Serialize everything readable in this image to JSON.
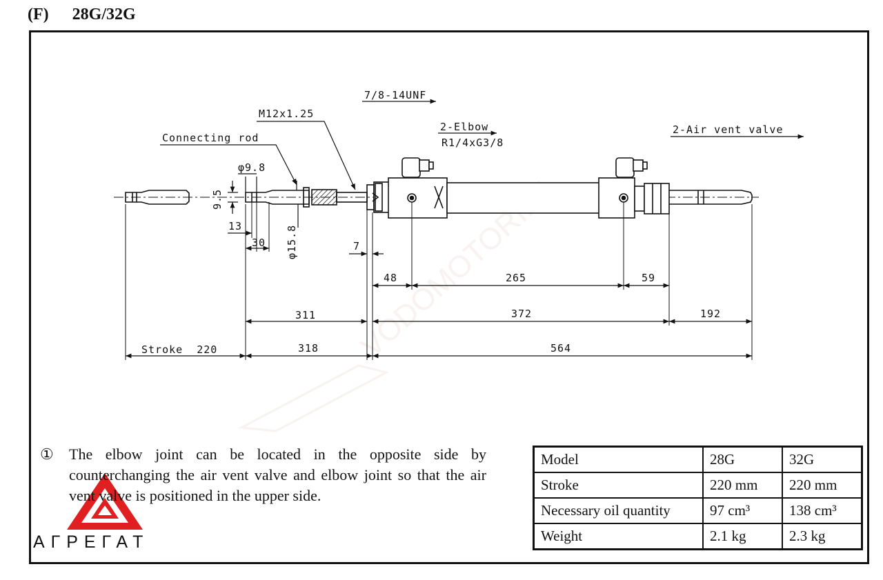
{
  "heading": {
    "section": "(F)",
    "model_title": "28G/32G"
  },
  "drawing": {
    "thread_label": "7/8-14UNF",
    "rod_thread_label": "M12x1.25",
    "connecting_rod_label": "Connecting rod",
    "elbow_label": "2-Elbow",
    "elbow_spec": "R1/4xG3/8",
    "air_vent_label": "2-Air vent valve",
    "dia1": "φ9.8",
    "dia2": "φ15.8",
    "dim_9_5": "9.5",
    "dim_13": "13",
    "dim_30": "30",
    "dim_7": "7",
    "dim_48": "48",
    "dim_265": "265",
    "dim_59": "59",
    "dim_311": "311",
    "dim_372": "372",
    "dim_192": "192",
    "stroke_label": "Stroke  220",
    "dim_318": "318",
    "dim_564": "564",
    "watermark": "VODOMOTORIKA"
  },
  "note": {
    "marker": "①",
    "text": "The elbow joint can be located in the opposite side by counterchanging the air vent valve and elbow joint so that the air vent valve is positioned in the upper side."
  },
  "spec_table": {
    "headers": [
      "Model",
      "28G",
      "32G"
    ],
    "rows": [
      [
        "Stroke",
        "220 mm",
        "220 mm"
      ],
      [
        "Necessary oil quantity",
        "97 cm³",
        "138 cm³"
      ],
      [
        "Weight",
        "2.1 kg",
        "2.3 kg"
      ]
    ]
  },
  "logo": {
    "text": "АГРЕГАТ",
    "color": "#e02020"
  }
}
